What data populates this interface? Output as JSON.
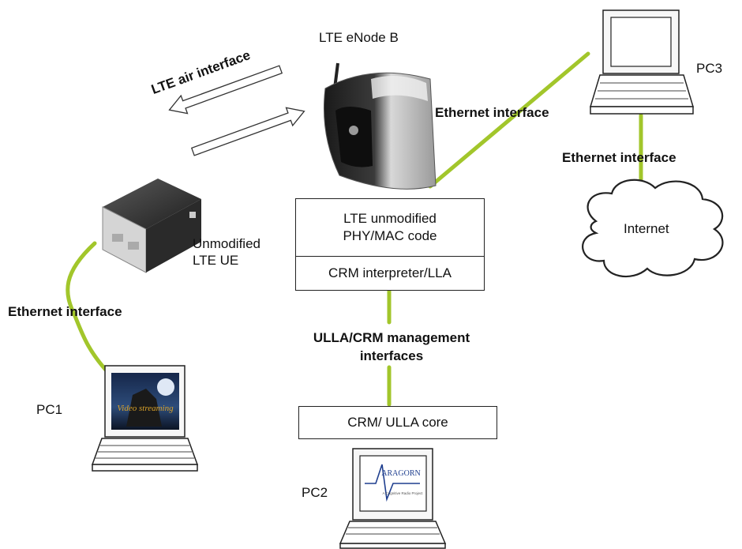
{
  "labels": {
    "enodeb": "LTE eNode B",
    "pc1": "PC1",
    "pc2": "PC2",
    "pc3": "PC3",
    "ue": "Unmodified\nLTE UE",
    "air": "LTE air interface",
    "eth_enb_pc3": "Ethernet interface",
    "eth_pc3_internet": "Ethernet interface",
    "eth_ue_pc1": "Ethernet interface",
    "ulla_mgmt": "ULLA/CRM management\ninterfaces",
    "internet": "Internet"
  },
  "stack_box": {
    "top": "LTE unmodified\nPHY/MAC code",
    "bottom": "CRM interpreter/LLA"
  },
  "core_box": "CRM/ ULLA core",
  "screens": {
    "pc1_overlay": "Video streaming",
    "pc2_logo": "ARAGORN",
    "pc2_tagline": "A Cognitive Radio Project"
  },
  "colors": {
    "link": "#a2c62b",
    "outline": "#222222"
  }
}
